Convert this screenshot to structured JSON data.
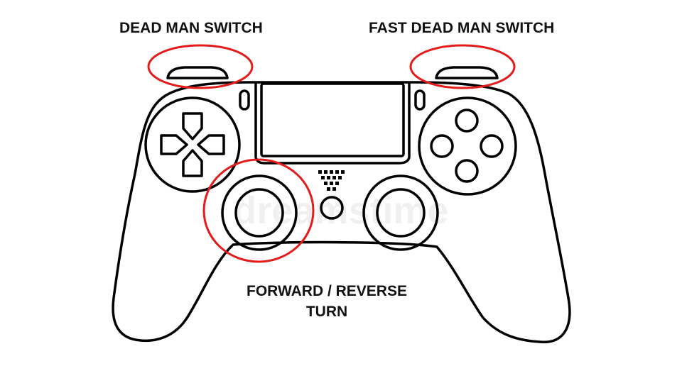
{
  "labels": {
    "left_bumper": "DEAD MAN SWITCH",
    "right_bumper": "FAST DEAD MAN SWITCH",
    "left_stick_line1": "FORWARD / REVERSE",
    "left_stick_line2": "TURN"
  },
  "colors": {
    "outline": "#000000",
    "highlight": "#e31b1b",
    "text": "#111111",
    "background": "#ffffff"
  },
  "watermark": "dreamstime"
}
